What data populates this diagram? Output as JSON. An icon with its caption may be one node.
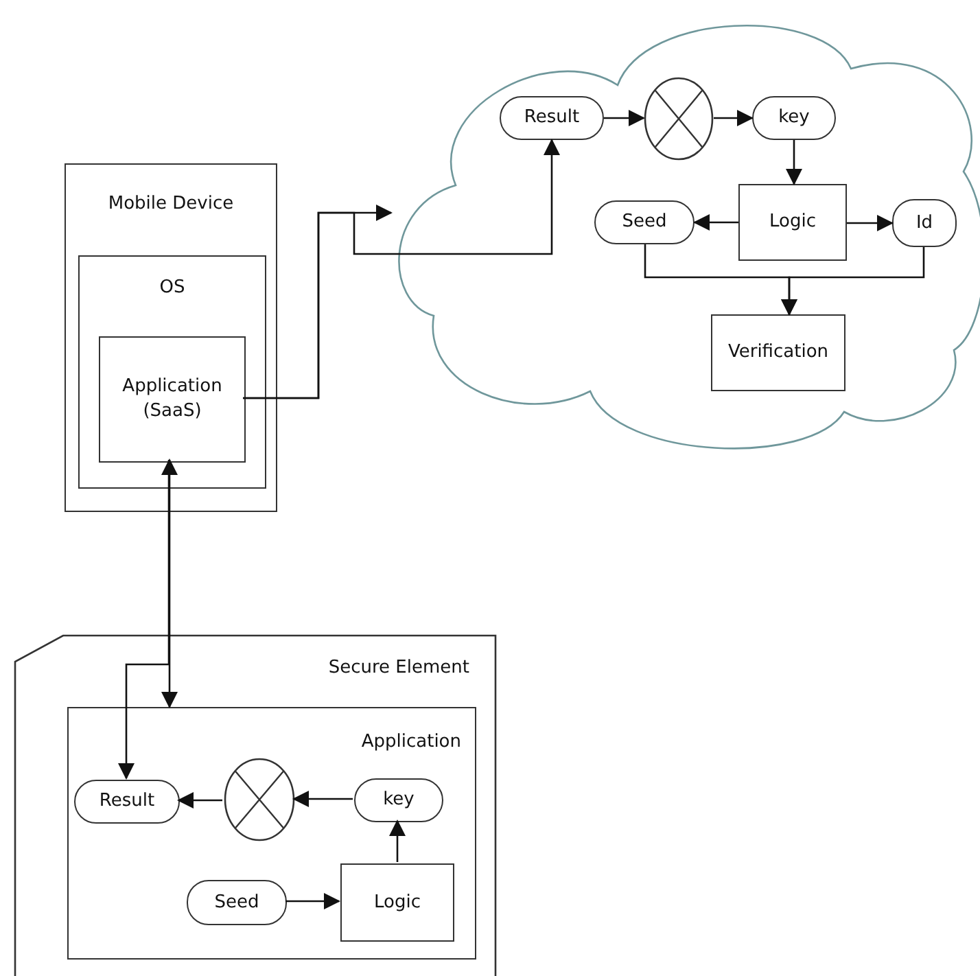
{
  "diagram": {
    "nodes": [
      {
        "text": [
          "Mobile Device"
        ]
      },
      {
        "text": [
          "OS"
        ],
        "in": 0
      },
      {
        "text": [
          "Application (SaaS)"
        ],
        "in": 1
      },
      {
        "text": [],
        "shape": "cloud"
      },
      {
        "text": [
          "Result"
        ],
        "in": 3
      },
      {
        "text": [],
        "shape": "circle",
        "in": 3
      },
      {
        "text": [
          "key"
        ],
        "in": 3
      },
      {
        "text": [
          "Logic"
        ],
        "in": 3
      },
      {
        "text": [
          "Seed"
        ],
        "in": 3
      },
      {
        "text": [
          "Id"
        ],
        "in": 3
      },
      {
        "text": [
          "Verification"
        ],
        "in": 3
      },
      {
        "text": [
          "Secure Element"
        ]
      },
      {
        "text": [
          "Application"
        ],
        "in": 11
      },
      {
        "text": [
          "Result"
        ],
        "in": 12
      },
      {
        "text": [],
        "shape": "circle",
        "in": 12
      },
      {
        "text": [
          "key"
        ],
        "in": 12
      },
      {
        "text": [
          "Logic"
        ],
        "in": 12
      },
      {
        "text": [
          "Seed"
        ],
        "in": 12
      }
    ],
    "edges": [
      {
        "from": 2,
        "to": 3,
        "arrow": "to"
      },
      {
        "from": 2,
        "to": 4,
        "arrow": "to"
      },
      {
        "from": 4,
        "to": 5,
        "arrow": "to"
      },
      {
        "from": 5,
        "to": 6,
        "arrow": "to"
      },
      {
        "from": 6,
        "to": 7,
        "arrow": "to"
      },
      {
        "from": 7,
        "to": 8,
        "arrow": "to"
      },
      {
        "from": 7,
        "to": 9,
        "arrow": "to"
      },
      {
        "from": 8,
        "to": 10,
        "arrow": "to"
      },
      {
        "from": 9,
        "to": 10,
        "arrow": "to"
      },
      {
        "from": 2,
        "to": 12,
        "arrow": "both"
      },
      {
        "from": 2,
        "to": 13,
        "arrow": "to"
      },
      {
        "from": 15,
        "to": 14,
        "arrow": "to"
      },
      {
        "from": 14,
        "to": 13,
        "arrow": "to"
      },
      {
        "from": 16,
        "to": 15,
        "arrow": "to"
      },
      {
        "from": 17,
        "to": 16,
        "arrow": "to"
      }
    ]
  }
}
